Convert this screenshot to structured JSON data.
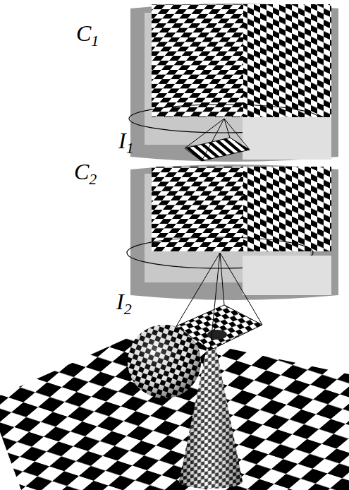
{
  "diagram": {
    "labels": [
      "C1",
      "I1",
      "C2",
      "I2"
    ]
  }
}
